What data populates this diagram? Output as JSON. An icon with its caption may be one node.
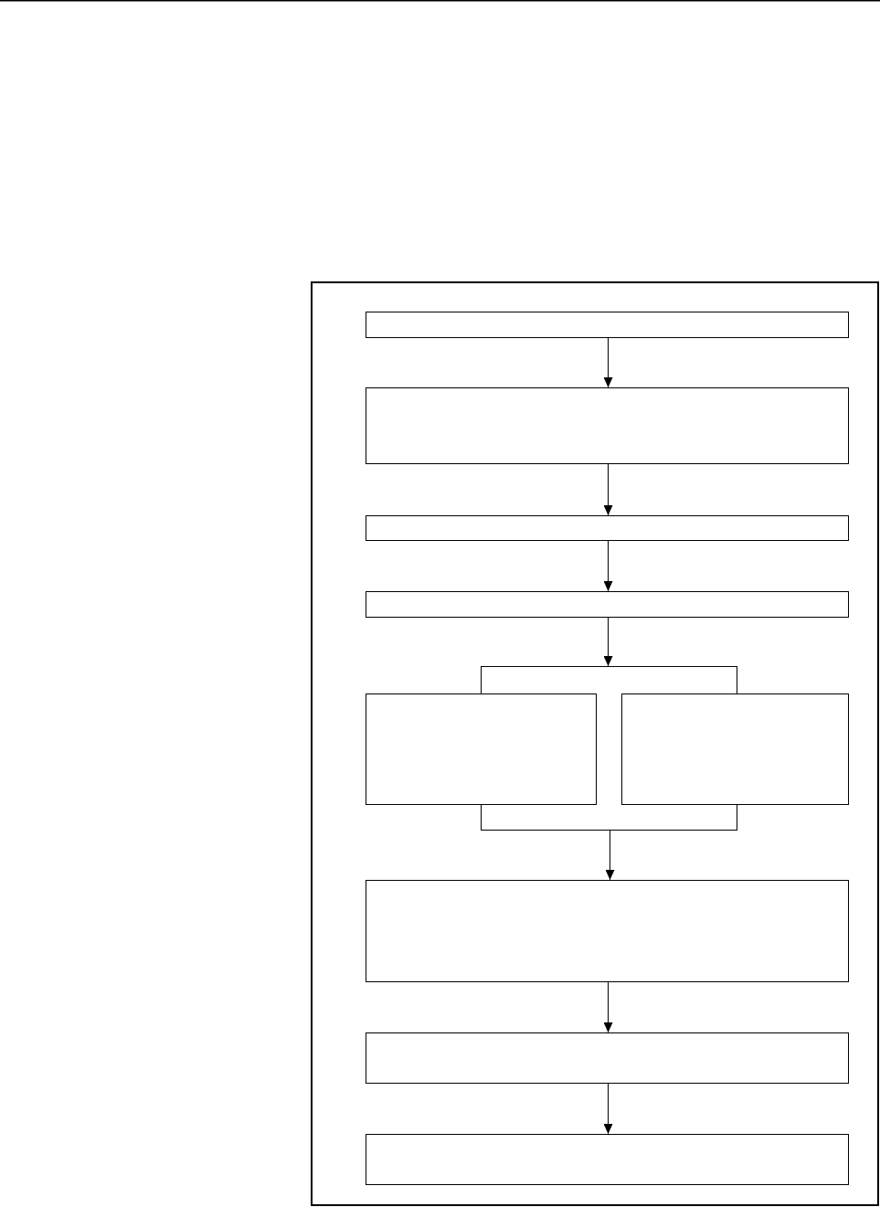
{
  "diagram": {
    "nodes": [
      {
        "text": [],
        "shape": "box"
      },
      {
        "text": [],
        "shape": "box",
        "in": 0
      },
      {
        "text": [],
        "shape": "box",
        "in": 0
      },
      {
        "text": [],
        "shape": "box",
        "in": 0
      },
      {
        "text": [],
        "shape": "box",
        "in": 0
      },
      {
        "text": [],
        "shape": "bar",
        "in": 0
      },
      {
        "text": [],
        "shape": "box",
        "in": 0
      },
      {
        "text": [],
        "shape": "box",
        "in": 0
      },
      {
        "text": [],
        "shape": "bar",
        "in": 0
      },
      {
        "text": [],
        "shape": "box",
        "in": 0
      },
      {
        "text": [],
        "shape": "box",
        "in": 0
      },
      {
        "text": [],
        "shape": "box",
        "in": 0
      }
    ],
    "edges": [
      {
        "from": 1,
        "to": 2,
        "arrow": "to"
      },
      {
        "from": 2,
        "to": 3,
        "arrow": "to"
      },
      {
        "from": 3,
        "to": 4,
        "arrow": "to"
      },
      {
        "from": 4,
        "to": 5,
        "arrow": "to"
      },
      {
        "from": 5,
        "to": 6,
        "arrow": "none"
      },
      {
        "from": 5,
        "to": 7,
        "arrow": "none"
      },
      {
        "from": 6,
        "to": 8,
        "arrow": "none"
      },
      {
        "from": 7,
        "to": 8,
        "arrow": "none"
      },
      {
        "from": 8,
        "to": 9,
        "arrow": "to"
      },
      {
        "from": 9,
        "to": 10,
        "arrow": "to"
      },
      {
        "from": 10,
        "to": 11,
        "arrow": "to"
      }
    ]
  }
}
